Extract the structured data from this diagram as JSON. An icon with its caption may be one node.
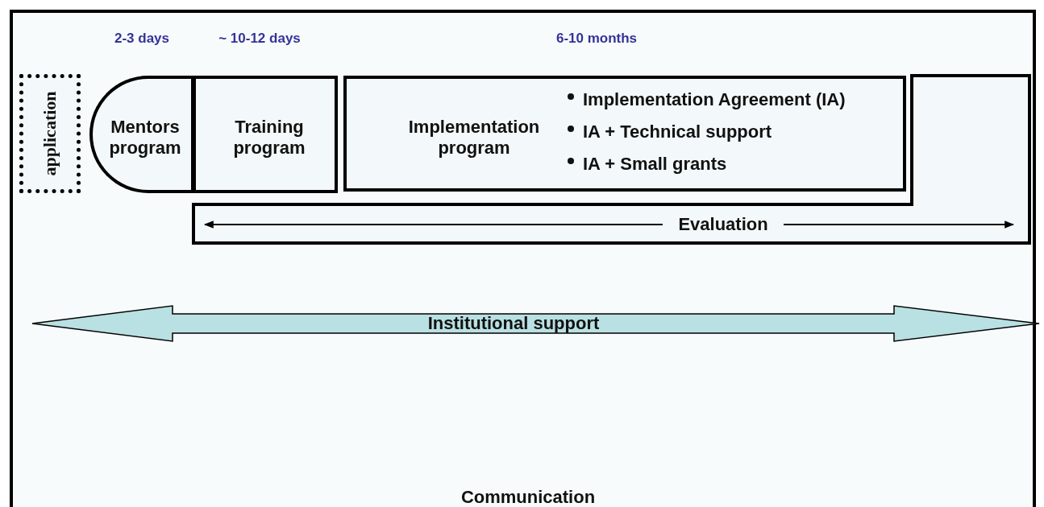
{
  "diagram": {
    "nodes": [
      {
        "text": [
          "Communication"
        ]
      },
      {
        "text": [
          "application"
        ],
        "in": 0
      },
      {
        "text": [
          "Mentors program"
        ],
        "in": 0,
        "beside": [
          "2-3 days"
        ]
      },
      {
        "text": [
          "Training program"
        ],
        "in": 0,
        "beside": [
          "~ 10-12 days"
        ]
      },
      {
        "text": [
          "Implementation program",
          "Implementation Agreement (IA)",
          "IA + Technical support",
          "IA + Small grants"
        ],
        "in": 0,
        "beside": [
          "6-10 months"
        ]
      },
      {
        "text": [
          "Evaluation"
        ],
        "in": 0
      },
      {
        "text": [
          "Institutional support"
        ],
        "in": 0
      }
    ]
  }
}
